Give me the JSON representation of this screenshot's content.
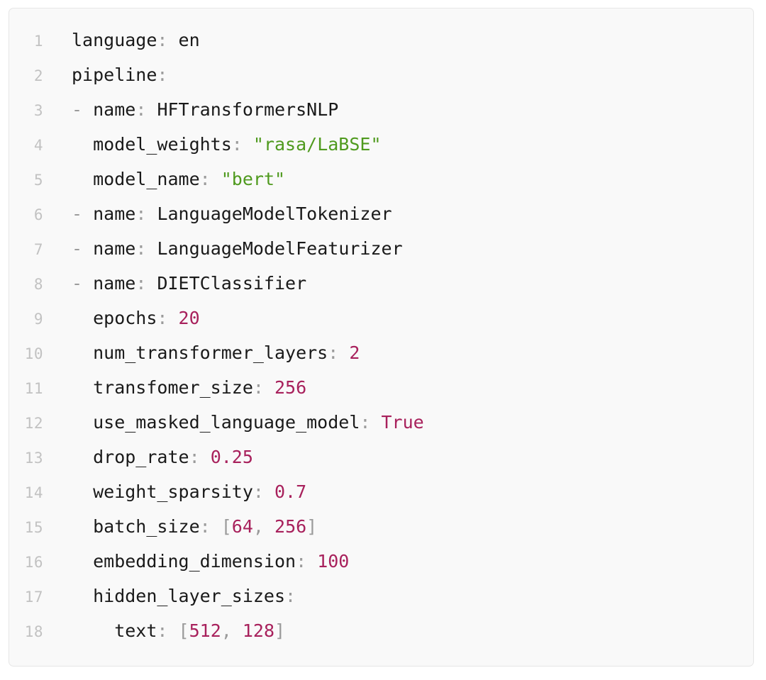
{
  "card": {
    "background": "#f9f9f9",
    "border_color": "#e6e6e6",
    "language": "yaml"
  },
  "theme": {
    "key_color": "#1a1a1a",
    "punctuation_color": "#9b9b9b",
    "string_color": "#4f9a1e",
    "number_color": "#a8215c",
    "boolean_color": "#a8215c",
    "line_number_color": "#c2c2c2"
  },
  "code": {
    "lines": [
      {
        "number": "1",
        "text": "language: en",
        "tokens": [
          {
            "t": "language",
            "c": "tok-key"
          },
          {
            "t": ":",
            "c": "tok-punct"
          },
          {
            "t": " en",
            "c": "tok-plain"
          }
        ]
      },
      {
        "number": "2",
        "text": "pipeline:",
        "tokens": [
          {
            "t": "pipeline",
            "c": "tok-key"
          },
          {
            "t": ":",
            "c": "tok-punct"
          }
        ]
      },
      {
        "number": "3",
        "text": "- name: HFTransformersNLP",
        "tokens": [
          {
            "t": "-",
            "c": "tok-dash"
          },
          {
            "t": " name",
            "c": "tok-key"
          },
          {
            "t": ":",
            "c": "tok-punct"
          },
          {
            "t": " HFTransformersNLP",
            "c": "tok-plain"
          }
        ]
      },
      {
        "number": "4",
        "text": "  model_weights: \"rasa/LaBSE\"",
        "tokens": [
          {
            "t": "  model_weights",
            "c": "tok-key"
          },
          {
            "t": ":",
            "c": "tok-punct"
          },
          {
            "t": " \"rasa/LaBSE\"",
            "c": "tok-string"
          }
        ]
      },
      {
        "number": "5",
        "text": "  model_name: \"bert\"",
        "tokens": [
          {
            "t": "  model_name",
            "c": "tok-key"
          },
          {
            "t": ":",
            "c": "tok-punct"
          },
          {
            "t": " \"bert\"",
            "c": "tok-string"
          }
        ]
      },
      {
        "number": "6",
        "text": "- name: LanguageModelTokenizer",
        "tokens": [
          {
            "t": "-",
            "c": "tok-dash"
          },
          {
            "t": " name",
            "c": "tok-key"
          },
          {
            "t": ":",
            "c": "tok-punct"
          },
          {
            "t": " LanguageModelTokenizer",
            "c": "tok-plain"
          }
        ]
      },
      {
        "number": "7",
        "text": "- name: LanguageModelFeaturizer",
        "tokens": [
          {
            "t": "-",
            "c": "tok-dash"
          },
          {
            "t": " name",
            "c": "tok-key"
          },
          {
            "t": ":",
            "c": "tok-punct"
          },
          {
            "t": " LanguageModelFeaturizer",
            "c": "tok-plain"
          }
        ]
      },
      {
        "number": "8",
        "text": "- name: DIETClassifier",
        "tokens": [
          {
            "t": "-",
            "c": "tok-dash"
          },
          {
            "t": " name",
            "c": "tok-key"
          },
          {
            "t": ":",
            "c": "tok-punct"
          },
          {
            "t": " DIETClassifier",
            "c": "tok-plain"
          }
        ]
      },
      {
        "number": "9",
        "text": "  epochs: 20",
        "tokens": [
          {
            "t": "  epochs",
            "c": "tok-key"
          },
          {
            "t": ":",
            "c": "tok-punct"
          },
          {
            "t": " 20",
            "c": "tok-number"
          }
        ]
      },
      {
        "number": "10",
        "text": "  num_transformer_layers: 2",
        "tokens": [
          {
            "t": "  num_transformer_layers",
            "c": "tok-key"
          },
          {
            "t": ":",
            "c": "tok-punct"
          },
          {
            "t": " 2",
            "c": "tok-number"
          }
        ]
      },
      {
        "number": "11",
        "text": "  transfomer_size: 256",
        "tokens": [
          {
            "t": "  transfomer_size",
            "c": "tok-key"
          },
          {
            "t": ":",
            "c": "tok-punct"
          },
          {
            "t": " 256",
            "c": "tok-number"
          }
        ]
      },
      {
        "number": "12",
        "text": "  use_masked_language_model: True",
        "tokens": [
          {
            "t": "  use_masked_language_model",
            "c": "tok-key"
          },
          {
            "t": ":",
            "c": "tok-punct"
          },
          {
            "t": " True",
            "c": "tok-bool"
          }
        ]
      },
      {
        "number": "13",
        "text": "  drop_rate: 0.25",
        "tokens": [
          {
            "t": "  drop_rate",
            "c": "tok-key"
          },
          {
            "t": ":",
            "c": "tok-punct"
          },
          {
            "t": " 0.25",
            "c": "tok-number"
          }
        ]
      },
      {
        "number": "14",
        "text": "  weight_sparsity: 0.7",
        "tokens": [
          {
            "t": "  weight_sparsity",
            "c": "tok-key"
          },
          {
            "t": ":",
            "c": "tok-punct"
          },
          {
            "t": " 0.7",
            "c": "tok-number"
          }
        ]
      },
      {
        "number": "15",
        "text": "  batch_size: [64, 256]",
        "tokens": [
          {
            "t": "  batch_size",
            "c": "tok-key"
          },
          {
            "t": ":",
            "c": "tok-punct"
          },
          {
            "t": " [",
            "c": "tok-bracket"
          },
          {
            "t": "64",
            "c": "tok-number"
          },
          {
            "t": ", ",
            "c": "tok-bracket"
          },
          {
            "t": "256",
            "c": "tok-number"
          },
          {
            "t": "]",
            "c": "tok-bracket"
          }
        ]
      },
      {
        "number": "16",
        "text": "  embedding_dimension: 100",
        "tokens": [
          {
            "t": "  embedding_dimension",
            "c": "tok-key"
          },
          {
            "t": ":",
            "c": "tok-punct"
          },
          {
            "t": " 100",
            "c": "tok-number"
          }
        ]
      },
      {
        "number": "17",
        "text": "  hidden_layer_sizes:",
        "tokens": [
          {
            "t": "  hidden_layer_sizes",
            "c": "tok-key"
          },
          {
            "t": ":",
            "c": "tok-punct"
          }
        ]
      },
      {
        "number": "18",
        "text": "    text: [512, 128]",
        "tokens": [
          {
            "t": "    text",
            "c": "tok-key"
          },
          {
            "t": ":",
            "c": "tok-punct"
          },
          {
            "t": " [",
            "c": "tok-bracket"
          },
          {
            "t": "512",
            "c": "tok-number"
          },
          {
            "t": ", ",
            "c": "tok-bracket"
          },
          {
            "t": "128",
            "c": "tok-number"
          },
          {
            "t": "]",
            "c": "tok-bracket"
          }
        ]
      }
    ]
  }
}
